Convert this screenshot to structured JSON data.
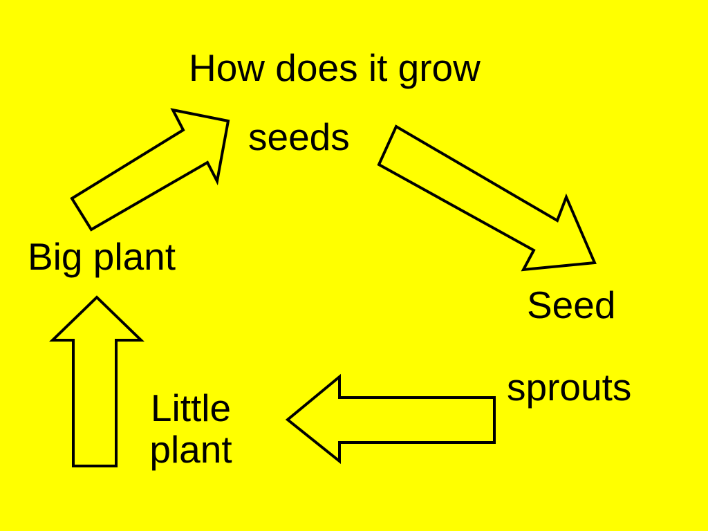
{
  "slide": {
    "background_color": "#ffff00",
    "text_color": "#000000",
    "arrow_fill": "#ffff00",
    "arrow_stroke": "#000000",
    "title": "How does it grow",
    "stages": {
      "seeds": "seeds",
      "seed": "Seed",
      "sprouts": "sprouts",
      "little_plant_line1": "Little",
      "little_plant_line2": "plant",
      "big_plant": "Big plant"
    },
    "arrows": [
      {
        "from": "seeds",
        "to": "Seed",
        "icon": "arrow-down-right-icon"
      },
      {
        "from": "sprouts",
        "to": "Little plant",
        "icon": "arrow-left-icon"
      },
      {
        "from": "Little plant",
        "to": "Big plant",
        "icon": "arrow-up-icon"
      },
      {
        "from": "Big plant",
        "to": "seeds",
        "icon": "arrow-up-right-icon"
      }
    ]
  }
}
